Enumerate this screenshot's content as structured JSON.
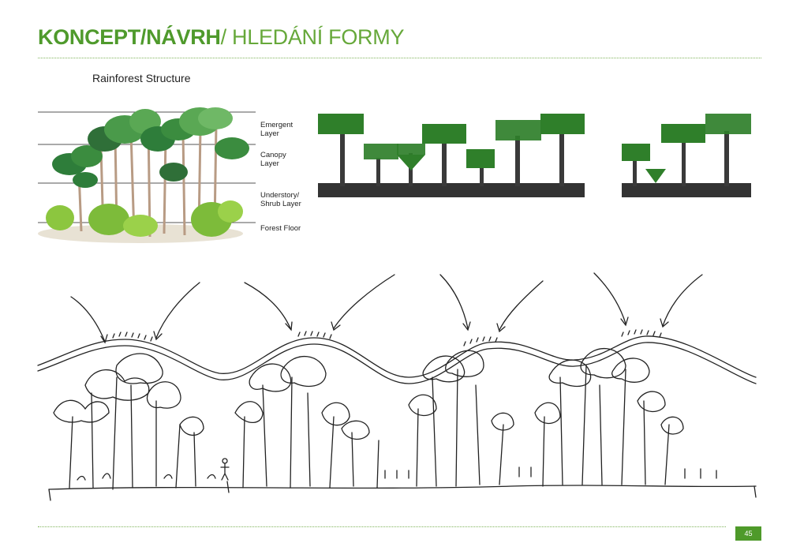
{
  "header": {
    "title_bold": "KONCEPT/NÁVRH",
    "title_light": "/ HLEDÁNÍ FORMY"
  },
  "diagram": {
    "title": "Rainforest Structure",
    "layers": [
      {
        "label": "Emergent Layer"
      },
      {
        "label": "Canopy Layer"
      },
      {
        "label": "Understory/ Shrub Layer"
      },
      {
        "label": "Forest Floor"
      }
    ]
  },
  "colors": {
    "accent": "#4f9a2c",
    "canopy_block": "#2f7f2a",
    "trunk": "#3a3a3a"
  },
  "footer": {
    "page_number": "45"
  }
}
